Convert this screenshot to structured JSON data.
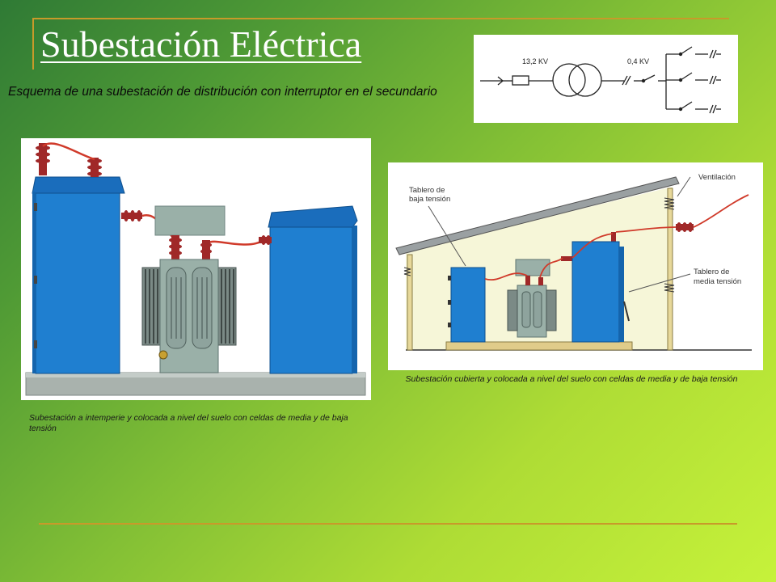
{
  "slide": {
    "title": "Subestación Eléctrica",
    "subtitle": "Esquema de una subestación de distribución con interruptor en el secundario"
  },
  "schematic": {
    "voltage_primary": "13,2 KV",
    "voltage_secondary": "0,4 KV"
  },
  "outdoor_figure": {
    "caption": "Subestación a intemperie y colocada a nivel del suelo con celdas de media y de baja tensión"
  },
  "indoor_figure": {
    "label_low_voltage_line1": "Tablero de",
    "label_low_voltage_line2": "baja tensión",
    "label_ventilation": "Ventilación",
    "label_medium_voltage_line1": "Tablero de",
    "label_medium_voltage_line2": "media tensión",
    "caption": "Subestación cubierta y colocada a nivel del suelo con celdas de media y de baja tensión"
  },
  "colors": {
    "cabinet_blue": "#1f7fd0",
    "cabinet_blue_dark": "#1464ad",
    "transformer_gray": "#9ab0a8",
    "insulator_red": "#a02828",
    "cable_red": "#d03a2a",
    "base_gray": "#a9b2ad",
    "accent_gold": "#c89a2a"
  }
}
